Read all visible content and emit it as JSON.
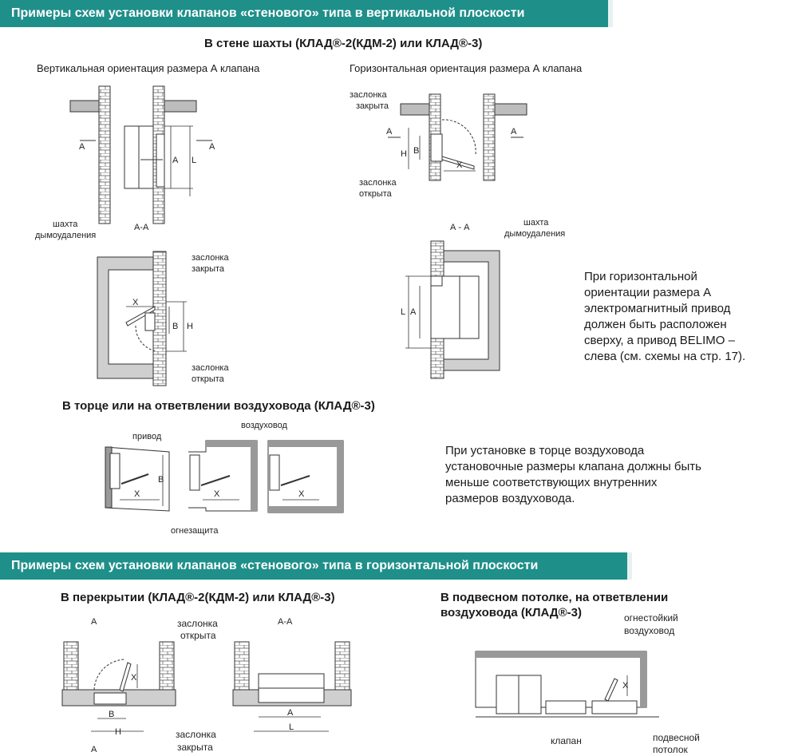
{
  "section1": {
    "title": "Примеры схем установки клапанов «стенового» типа в вертикальной плоскости",
    "shaft_title": "В стене шахты (КЛАД®-2(КДМ-2) или КЛАД®-3)",
    "left_caption": "Вертикальная ориентация размера А клапана",
    "right_caption": "Горизонтальная ориентация размера А клапана",
    "note": [
      "При горизонтальной",
      "ориентации размера А",
      "электромагнитный привод",
      "должен быть расположен",
      "сверху, а привод BELIMO –",
      "слева (см. схемы на стр. 17)."
    ],
    "labels": {
      "shaft_line1": "шахта",
      "shaft_line2": "дымоудаления",
      "damper_closed_1": "заслонка",
      "damper_closed_2": "закрыта",
      "damper_open_1": "заслонка",
      "damper_open_2": "открыта",
      "section_aa": "А-А",
      "section_aa_spaced": "А - А",
      "a": "А",
      "b": "В",
      "h": "Н",
      "l": "L",
      "x": "X"
    }
  },
  "duct_section": {
    "title": "В торце или на ответвлении воздуховода (КЛАД®-3)",
    "label_drive": "привод",
    "label_duct": "воздуховод",
    "label_fire": "огнезащита",
    "note": [
      "При установке в торце воздуховода",
      "установочные размеры клапана должны быть",
      "меньше соответствующих внутренних",
      "размеров воздуховода."
    ]
  },
  "section2": {
    "title": "Примеры схем установки клапанов «стенового» типа в горизонтальной плоскости",
    "floor_title": "В перекрытии (КЛАД®-2(КДМ-2) или КЛАД®-3)",
    "ceiling_title_1": "В подвесном потолке, на ответвлении",
    "ceiling_title_2": "воздуховода (КЛАД®-3)",
    "label_fire_duct_1": "огнестойкий",
    "label_fire_duct_2": "воздуховод",
    "label_valve": "клапан",
    "label_ceiling_1": "подвесной",
    "label_ceiling_2": "потолок"
  }
}
